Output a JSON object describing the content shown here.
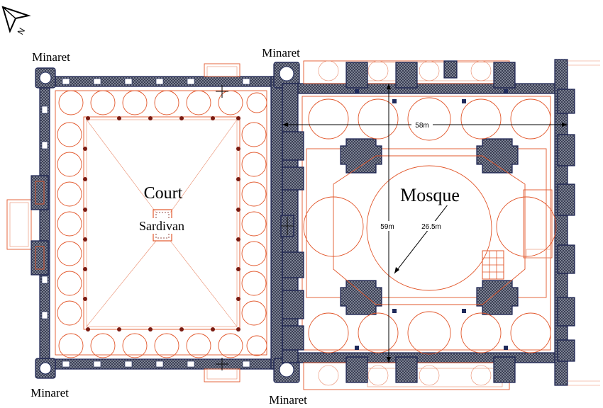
{
  "labels": {
    "court": "Court",
    "sardivan": "Sardivan",
    "mosque": "Mosque",
    "minaret_top_left": "Minaret",
    "minaret_top_center": "Minaret",
    "minaret_bottom_left": "Minaret",
    "minaret_bottom_center": "Minaret"
  },
  "dimensions": {
    "width": "58m",
    "length": "59m",
    "dome": "26.5m"
  },
  "north_arrow": {
    "letter": "N"
  },
  "colors": {
    "wall": "#6b7280",
    "wall_outline": "#1f2a5a",
    "plan_lines": "#e2572b",
    "columns": "#7a1a10"
  }
}
